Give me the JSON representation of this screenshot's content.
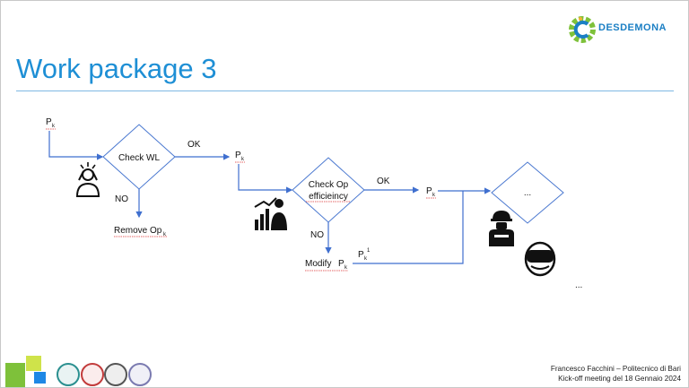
{
  "slide": {
    "title": "Work package 3",
    "logo_text": "DESDEMONA",
    "footer_line1": "Francesco Facchini – Politecnico di Bari",
    "footer_line2": "Kick-off meeting del 18 Gennaio 2024"
  },
  "flowchart": {
    "start_label": "P",
    "start_sub": "k",
    "decision1_label": "Check WL",
    "ok1_label": "OK",
    "p2_label": "P",
    "p2_sub": "k",
    "no1_label": "NO",
    "remove_label": "Remove Op",
    "remove_sub": "k",
    "decision2_line1": "Check Op",
    "decision2_line2": "efficieincy",
    "ok2_label": "OK",
    "p3_label": "P",
    "p3_sub": "k",
    "no2_label": "NO",
    "modify_label": "Modify",
    "modify_p": "P",
    "modify_sub": "k",
    "pk1_label": "P",
    "pk1_sub": "k",
    "pk1_sup": "1",
    "decision3_label": "...",
    "ellipsis_bottom": "..."
  },
  "icons": [
    "stressed-worker-icon",
    "productivity-team-icon",
    "worker-tools-icon",
    "vr-headset-icon",
    "desdemona-gear-logo",
    "partner-logos"
  ],
  "colors": {
    "title": "#1e8fd5",
    "line": "#3f6fcf",
    "diamond": "#4a78d0",
    "logo_green": "#7ec13a",
    "logo_blue": "#1b7fc4"
  }
}
